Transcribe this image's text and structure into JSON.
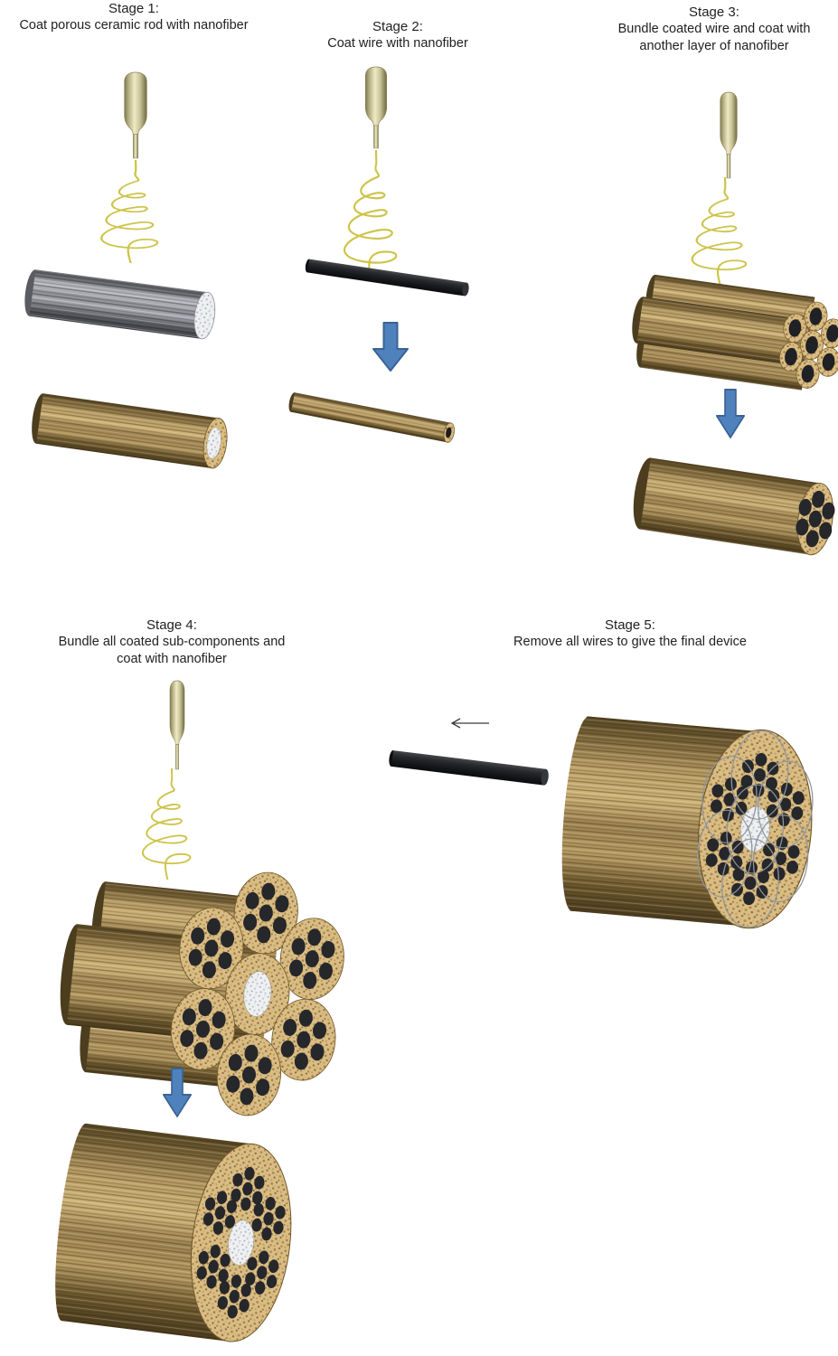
{
  "figure": {
    "kind": "process-diagram",
    "subject": "Electrospinning nanofiber coating process to build a multi-channel device"
  },
  "stages": [
    {
      "title": "Stage 1:",
      "description": "Coat porous ceramic rod with nanofiber"
    },
    {
      "title": "Stage 2:",
      "description": "Coat wire with nanofiber"
    },
    {
      "title": "Stage 3:",
      "description": "Bundle coated wire and coat with another layer of nanofiber"
    },
    {
      "title": "Stage 4:",
      "description": "Bundle all coated sub-components and coat with nanofiber"
    },
    {
      "title": "Stage 5:",
      "description": "Remove all wires to give the final device"
    }
  ],
  "icons": {
    "process_arrow": "down-arrow",
    "removal_arrow": "left-arrow",
    "spinneret": "electrospinning-nozzle",
    "fiber": "spiral-coil"
  },
  "colors": {
    "background": "#ffffff",
    "title_text": "#1f1f1f",
    "process_arrow_fill": "#4f81bd",
    "process_arrow_stroke": "#3a6293",
    "nanofiber": "#cdc44a",
    "nozzle": "#d8d2a4",
    "coating_tan": "#b79c66",
    "coating_speckle": "#d9bd85",
    "ceramic_gray": "#9b9da3",
    "wire_black": "#1d1e21"
  }
}
